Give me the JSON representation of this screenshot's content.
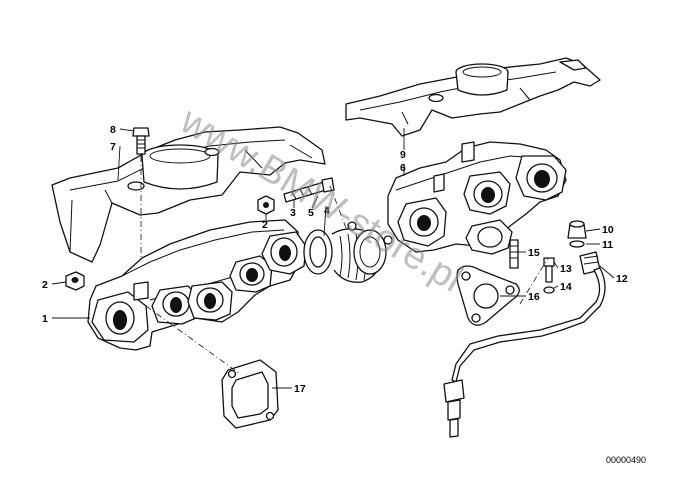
{
  "diagram": {
    "callouts": {
      "c1": "1",
      "c2a": "2",
      "c2b": "2",
      "c3": "3",
      "c4": "4",
      "c5": "5",
      "c6": "6",
      "c7": "7",
      "c8": "8",
      "c9": "9",
      "c10": "10",
      "c11": "11",
      "c12": "12",
      "c13": "13",
      "c14": "14",
      "c15": "15",
      "c16": "16",
      "c17": "17"
    },
    "reference_number": "00000490",
    "watermark": "www.BMW-store.pl"
  }
}
